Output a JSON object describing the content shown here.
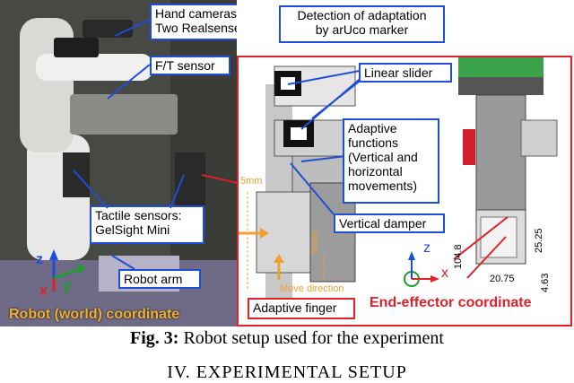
{
  "labels": {
    "hand_cameras": "Hand cameras:",
    "hand_cameras_2": "Two Realsense",
    "ft_sensor": "F/T sensor",
    "tactile": "Tactile sensors:",
    "tactile_2": "GelSight Mini",
    "robot_arm": "Robot arm",
    "world_coord": "Robot (world) coordinate",
    "detection": "Detection of adaptation",
    "detection_2": "by arUco marker",
    "linear_slider": "Linear slider",
    "adaptive_functions": "Adaptive",
    "adaptive_functions_2": "functions",
    "adaptive_functions_3": "(Vertical and",
    "adaptive_functions_4": "horizontal",
    "adaptive_functions_5": "movements)",
    "vertical_damper": "Vertical damper",
    "adaptive_finger": "Adaptive finger",
    "ee_coord": "End-effector coordinate",
    "move_direction": "Move direction",
    "mm5_left": "5mm",
    "mm5_right": "5mm",
    "dim_104_8": "104.8",
    "dim_25_25": "25.25",
    "dim_20_75": "20.75",
    "dim_4_63": "4.63",
    "axis_z": "z",
    "axis_x": "x",
    "axis_y": "y"
  },
  "caption": {
    "fig": "Fig. 3:",
    "text": " Robot setup used for the experiment"
  },
  "section": "IV. EXPERIMENTAL SETUP",
  "colors": {
    "blue": "#1f4fd6",
    "red": "#e0202a",
    "orange": "#f0a030",
    "green": "#1e9e2e"
  }
}
